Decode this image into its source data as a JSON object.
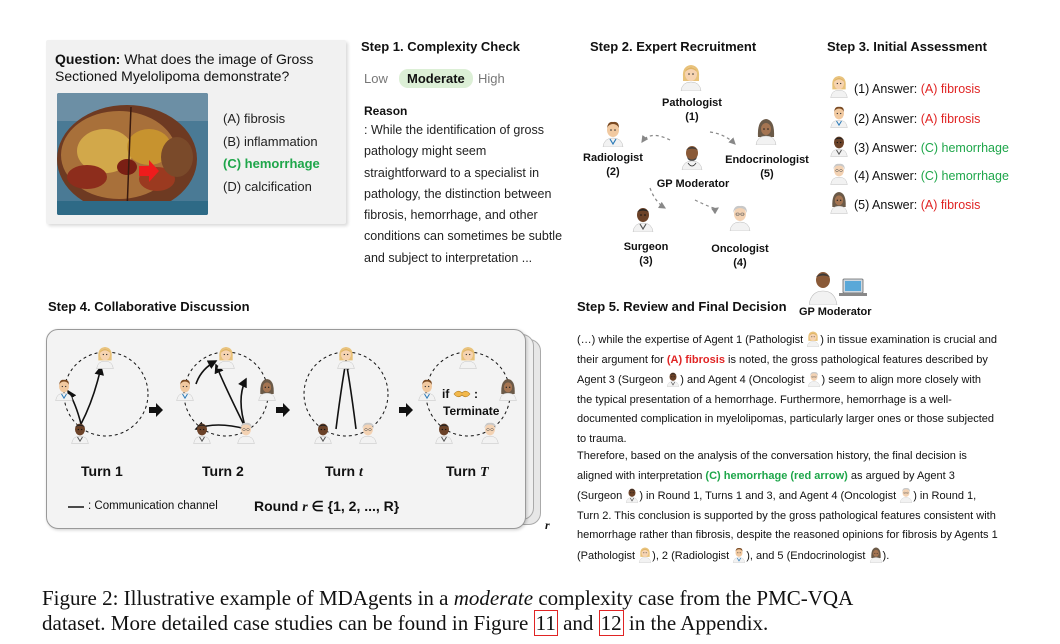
{
  "question": {
    "prefix": "Question:",
    "text_line1": " What does the image of Gross",
    "text_line2": "Sectioned Myelolipoma demonstrate?",
    "options": [
      "(A) fibrosis",
      "(B) inflammation",
      "(C) hemorrhage",
      "(D) calcification"
    ],
    "correct_index": 2
  },
  "step1": {
    "title_num": "Step 1.",
    "title_text": " Complexity Check",
    "levels": [
      "Low",
      "Moderate",
      "High"
    ],
    "selected": "Moderate",
    "reason_title": "Reason",
    "reason_lines": [
      ": While the identification of gross",
      "pathology might seem",
      "straightforward to a specialist in",
      "pathology, the distinction between",
      "fibrosis, hemorrhage, and other",
      "conditions can sometimes be subtle",
      "and subject to interpretation ..."
    ]
  },
  "step2": {
    "title_num": "Step 2.",
    "title_text": " Expert Recruitment",
    "agents": [
      {
        "name": "Pathologist",
        "num": "(1)"
      },
      {
        "name": "Radiologist",
        "num": "(2)"
      },
      {
        "name": "Endocrinologist",
        "num": "(5)"
      },
      {
        "name": "Surgeon",
        "num": "(3)"
      },
      {
        "name": "Oncologist",
        "num": "(4)"
      }
    ],
    "moderator": "GP Moderator"
  },
  "step3": {
    "title_num": "Step 3.",
    "title_text": " Initial Assessment",
    "answers": [
      {
        "label": "(1) Answer: ",
        "value": "(A) fibrosis",
        "color": "#e02424"
      },
      {
        "label": "(2) Answer: ",
        "value": "(A) fibrosis",
        "color": "#e02424"
      },
      {
        "label": "(3) Answer: ",
        "value": "(C) hemorrhage",
        "color": "#1ea64a"
      },
      {
        "label": "(4) Answer: ",
        "value": "(C) hemorrhage",
        "color": "#1ea64a"
      },
      {
        "label": "(5) Answer: ",
        "value": "(A) fibrosis",
        "color": "#e02424"
      }
    ]
  },
  "step4": {
    "title_num": "Step 4.",
    "title_text": " Collaborative Discussion",
    "turns": [
      "Turn 1",
      "Turn 2",
      "Turn ",
      "Turn "
    ],
    "turn_vars": [
      "",
      "",
      "t",
      "T"
    ],
    "if_text": "if",
    "terminate": "Terminate",
    "legend": ": Communication channel",
    "round_prefix": "Round ",
    "round_var": "r",
    "round_set": " ∈ {1, 2, ..., R}",
    "axis_label": "r"
  },
  "step5": {
    "title_num": "Step 5.",
    "title_text": " Review and Final Decision",
    "moderator": "GP Moderator",
    "p1": {
      "l1a": "(…) while the expertise of Agent 1 (Pathologist ",
      "l1b": ") in tissue examination is crucial and",
      "l2a": "their argument for ",
      "l2red": "(A) fibrosis",
      "l2b": " is noted, the gross pathological features described by",
      "l3a": "Agent 3 (Surgeon ",
      "l3b": ") and Agent 4 (Oncologist ",
      "l3c": ") seem to align more closely with",
      "l4": "the typical presentation of a hemorrhage. Furthermore, hemorrhage is a well-",
      "l5": "documented complication in myelolipomas, particularly larger ones or those subjected",
      "l6": "to trauma."
    },
    "p2": {
      "l1": "Therefore, based on the analysis of the conversation history, the final decision is",
      "l2a": "aligned with interpretation ",
      "l2green": "(C) hemorrhage (red arrow)",
      "l2b": " as argued by Agent 3",
      "l3a": "(Surgeon ",
      "l3b": ") in Round 1, Turns 1 and 3, and Agent 4 (Oncologist ",
      "l3c": ") in Round 1,",
      "l4": "Turn 2. This conclusion is supported by the gross pathological features consistent with",
      "l5": "hemorrhage rather than fibrosis, despite the reasoned opinions for fibrosis by Agents 1",
      "l6a": "(Pathologist ",
      "l6b": "), 2 (Radiologist ",
      "l6c": "), and 5 (Endocrinologist ",
      "l6d": ")."
    }
  },
  "caption": {
    "line1a": "Figure 2: Illustrative example of MDAgents in a ",
    "line1i": "moderate",
    "line1b": " complexity case from the PMC-VQA",
    "line2a": "dataset. More detailed case studies can be found in Figure ",
    "ref1": "11",
    "and": " and ",
    "ref2": "12",
    "line2b": " in the Appendix."
  },
  "colors": {
    "red": "#e02424",
    "green": "#1ea64a",
    "moderate_bg": "#dcefd6"
  }
}
